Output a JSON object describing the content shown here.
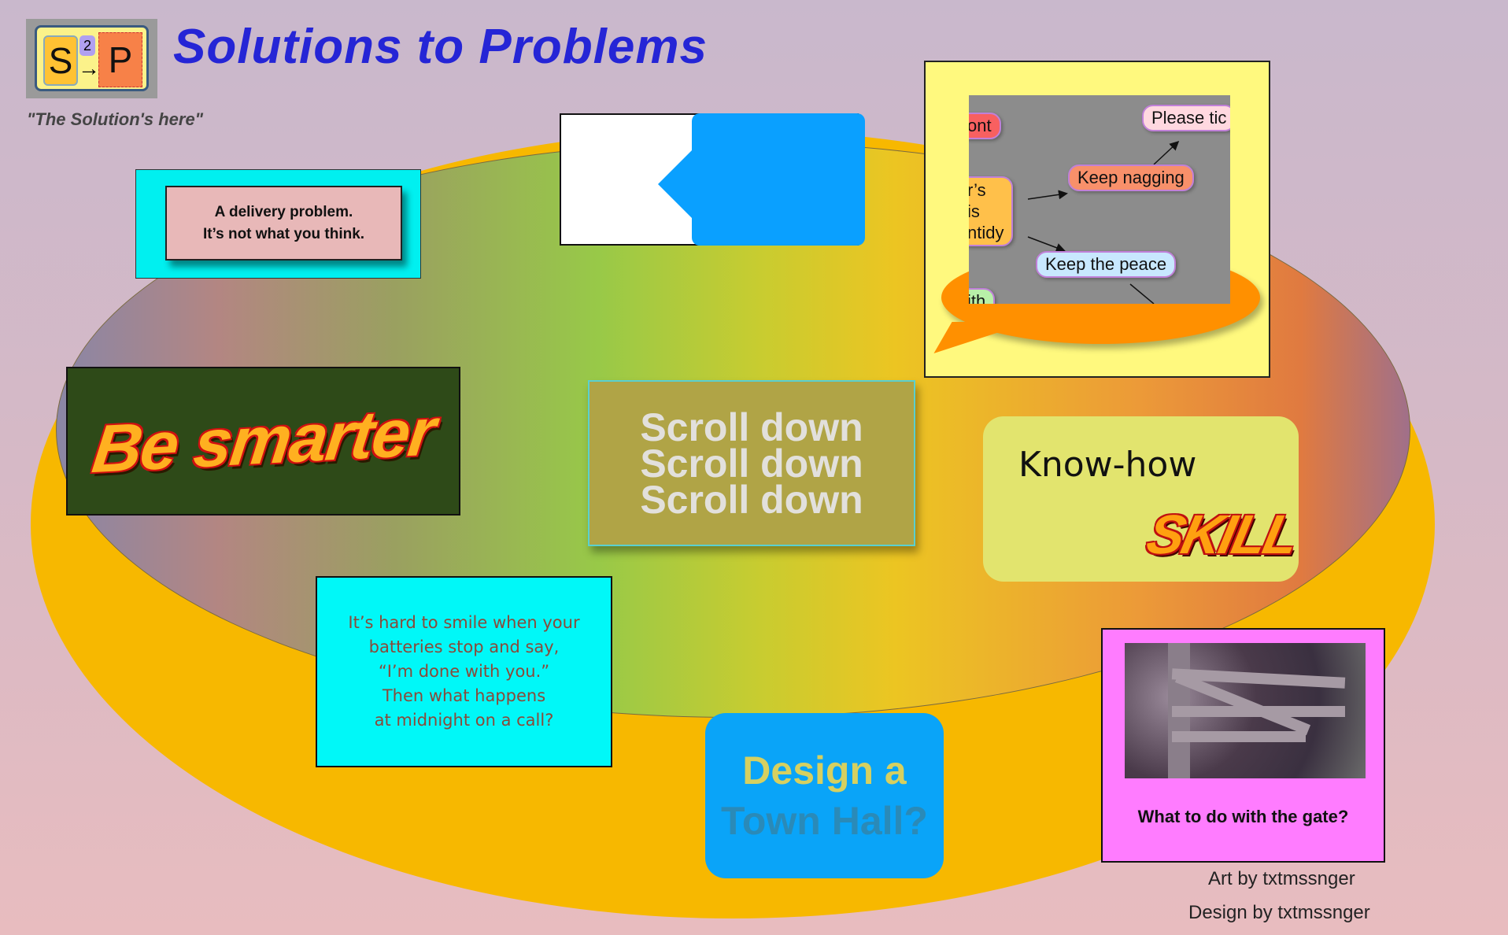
{
  "header": {
    "logo": {
      "letter_s": "S",
      "superscript": "2",
      "arrow": "→",
      "letter_p": "P"
    },
    "title": "Solutions to Problems",
    "tagline": "\"The Solution's here\""
  },
  "tiles": {
    "delivery": {
      "line1": "A delivery problem.",
      "line2": "It’s not what you think."
    },
    "mindmap": {
      "nodes": [
        "ont",
        "r’s\nis\nntidy",
        "Please tic",
        "Keep nagging",
        "Keep the peace",
        "ith"
      ]
    },
    "be_smarter": "Be smarter",
    "scroll": [
      "Scroll down",
      "Scroll down",
      "Scroll down"
    ],
    "knowhow": {
      "text": "Know-how",
      "skill": "SKILL"
    },
    "battery": [
      "It’s hard to smile when your",
      "batteries stop and say,",
      "“I’m done with you.”",
      "Then what happens",
      "at midnight on a call?"
    ],
    "townhall": {
      "line1": "Design a",
      "line2": "Town Hall?"
    },
    "gate": {
      "caption": "What to do with the gate?"
    }
  },
  "credits": {
    "art": "Art by txtmssnger",
    "design": "Design by txtmssnger"
  },
  "colors": {
    "title": "#2525d6",
    "ellipse_outer": "#f7b800",
    "cyan": "#00f0f0",
    "blue": "#0aa0ff",
    "magenta": "#ff7cff"
  }
}
